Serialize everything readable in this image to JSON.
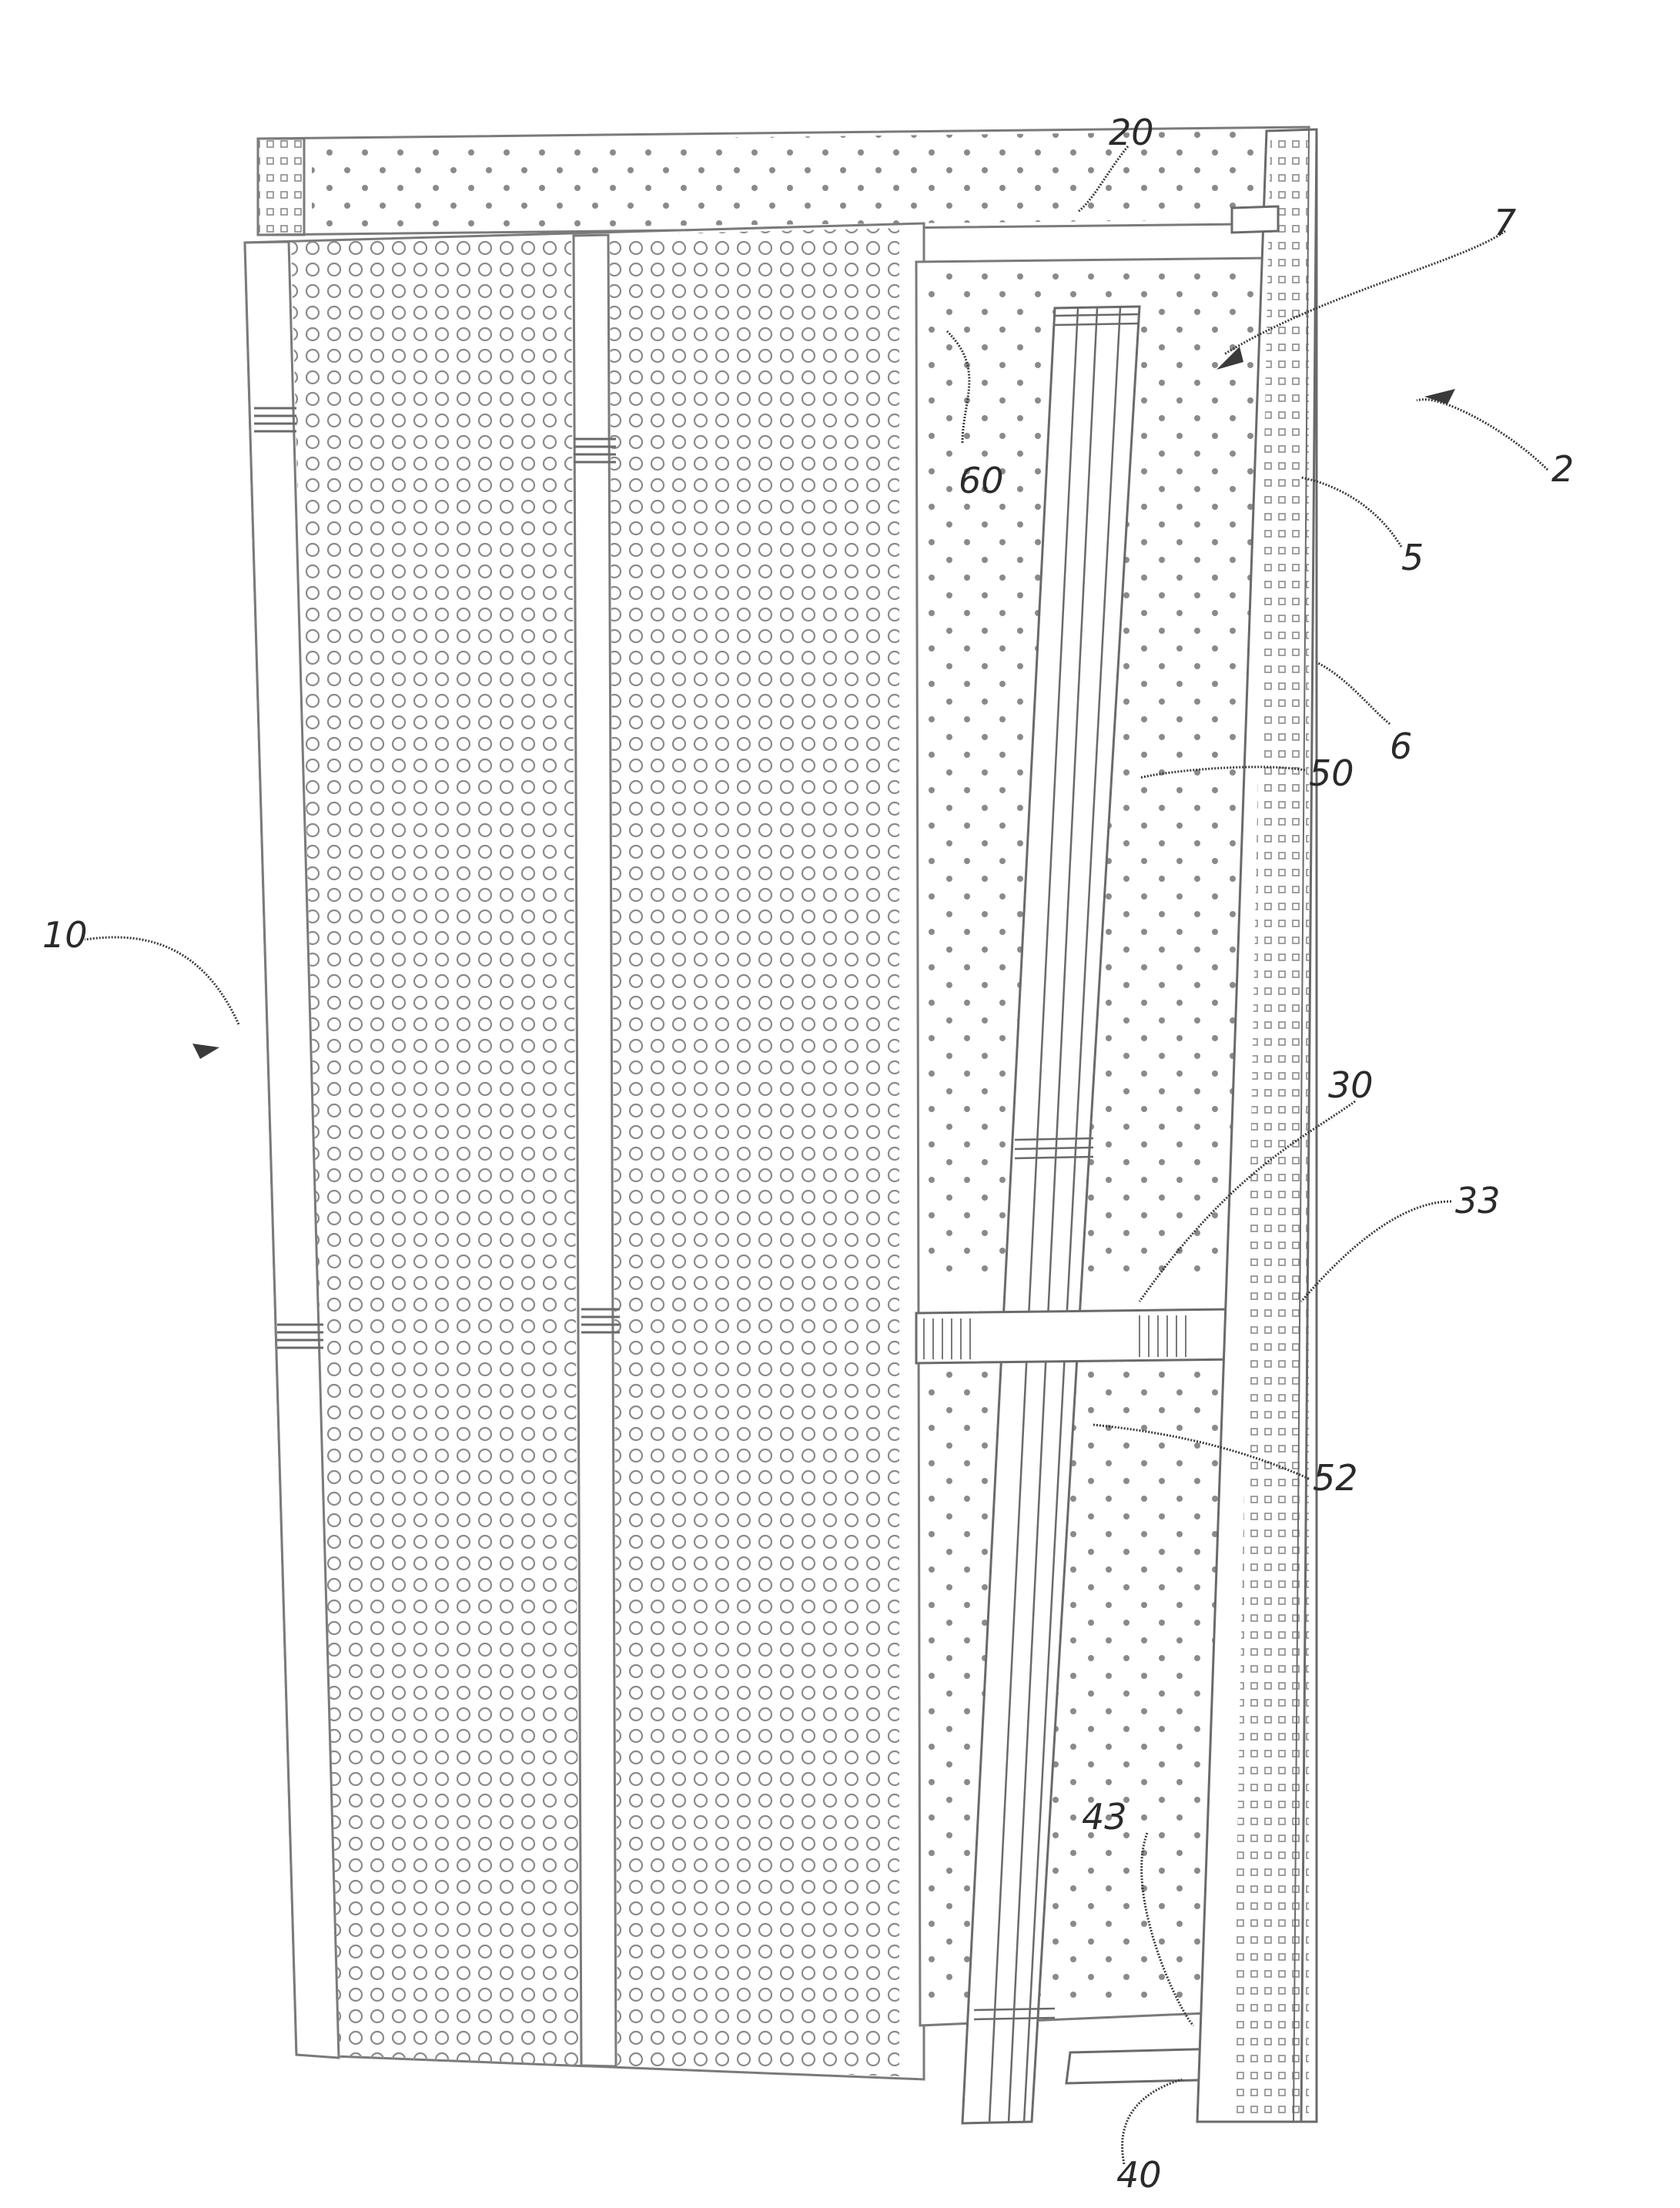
{
  "figure": {
    "reference_numerals": {
      "n20": "20",
      "n7": "7",
      "n2": "2",
      "n60": "60",
      "n5": "5",
      "n6": "6",
      "n50": "50",
      "n10": "10",
      "n30": "30",
      "n33": "33",
      "n52": "52",
      "n43": "43",
      "n40": "40"
    },
    "colors": {
      "line": "#6a6a6a",
      "label": "#2a2a2a",
      "background": "#ffffff"
    }
  }
}
